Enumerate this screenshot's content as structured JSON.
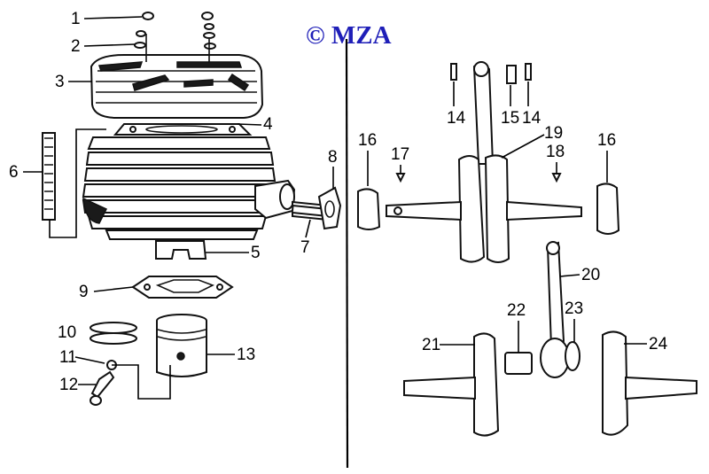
{
  "copyright": "© MZA",
  "callouts": [
    "1",
    "2",
    "3",
    "4",
    "5",
    "6",
    "7",
    "8",
    "9",
    "10",
    "11",
    "12",
    "13",
    "14",
    "15",
    "14",
    "16",
    "17",
    "19",
    "18",
    "16",
    "20",
    "22",
    "23",
    "21",
    "24"
  ],
  "colors": {
    "copyright": "#1f1fb8",
    "ink": "#111111",
    "background": "#ffffff"
  }
}
